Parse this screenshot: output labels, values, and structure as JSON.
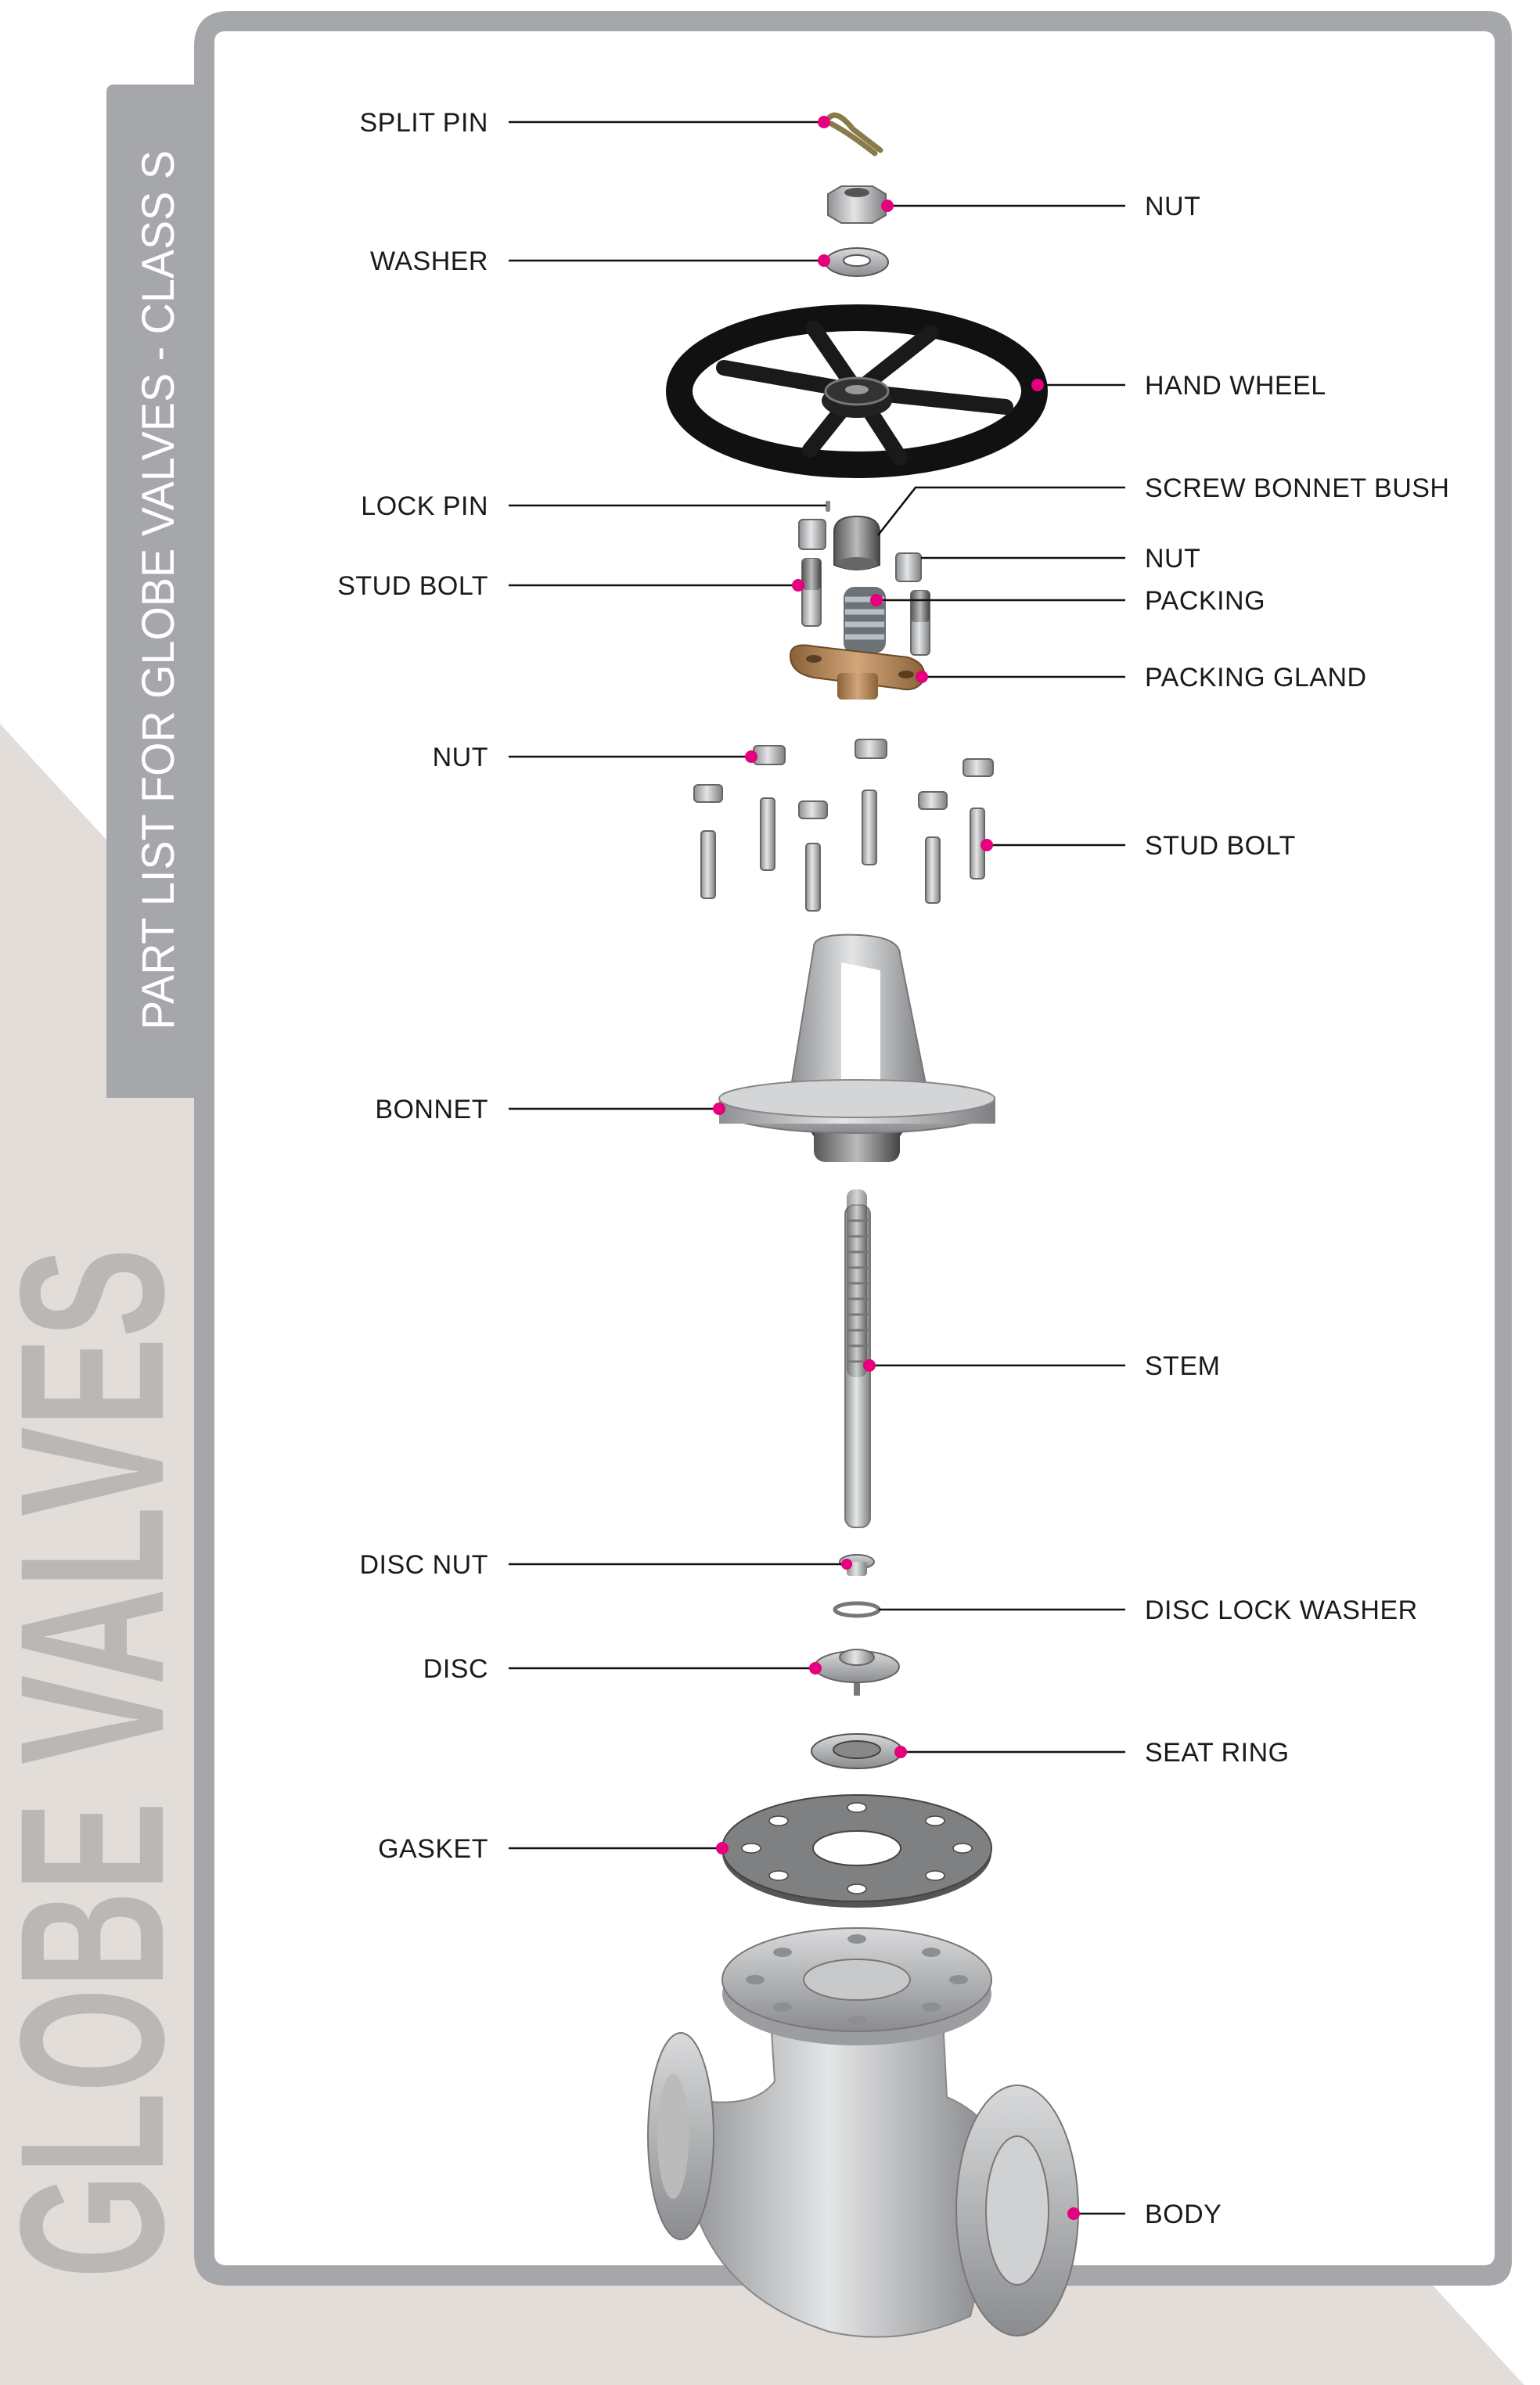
{
  "side_title": "GLOBE VALVES",
  "tab_title": "PART LIST FOR GLOBE VALVES - CLASS S",
  "colors": {
    "frame": "#a6a7aa",
    "background_band": "#e2ddd9",
    "big_title": "#bab8b4",
    "callout_dot": "#e6007e"
  },
  "labels_left": [
    {
      "text": "SPLIT PIN"
    },
    {
      "text": "WASHER"
    },
    {
      "text": "LOCK PIN"
    },
    {
      "text": "STUD BOLT"
    },
    {
      "text": "NUT"
    },
    {
      "text": "BONNET"
    },
    {
      "text": "DISC NUT"
    },
    {
      "text": "DISC"
    },
    {
      "text": "GASKET"
    }
  ],
  "labels_right": [
    {
      "text": "NUT"
    },
    {
      "text": "HAND WHEEL"
    },
    {
      "text": "SCREW BONNET BUSH"
    },
    {
      "text": "NUT"
    },
    {
      "text": "PACKING"
    },
    {
      "text": "PACKING GLAND"
    },
    {
      "text": "STUD BOLT"
    },
    {
      "text": "STEM"
    },
    {
      "text": "DISC LOCK WASHER"
    },
    {
      "text": "SEAT RING"
    },
    {
      "text": "BODY"
    }
  ]
}
